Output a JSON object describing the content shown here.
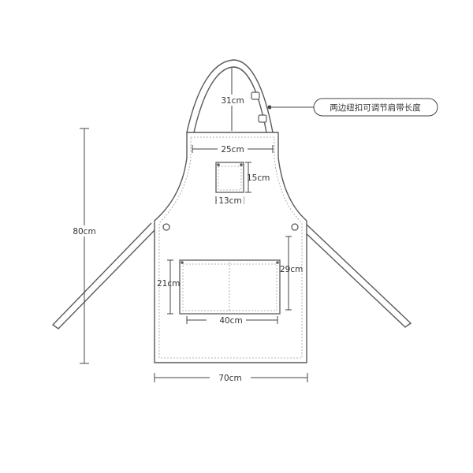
{
  "diagram": {
    "labels": {
      "strap_length": "31cm",
      "bib_width": "25cm",
      "chest_pocket_height": "15cm",
      "chest_pocket_width": "13cm",
      "total_length": "80cm",
      "lower_pocket_height": "21cm",
      "side_height": "29cm",
      "lower_pocket_width": "40cm",
      "total_width": "70cm"
    },
    "callout": {
      "text": "两边纽扣可调节肩带长度"
    }
  },
  "colors": {
    "outline": "#5a5a5a",
    "dimension": "#444444",
    "background": "#ffffff"
  }
}
